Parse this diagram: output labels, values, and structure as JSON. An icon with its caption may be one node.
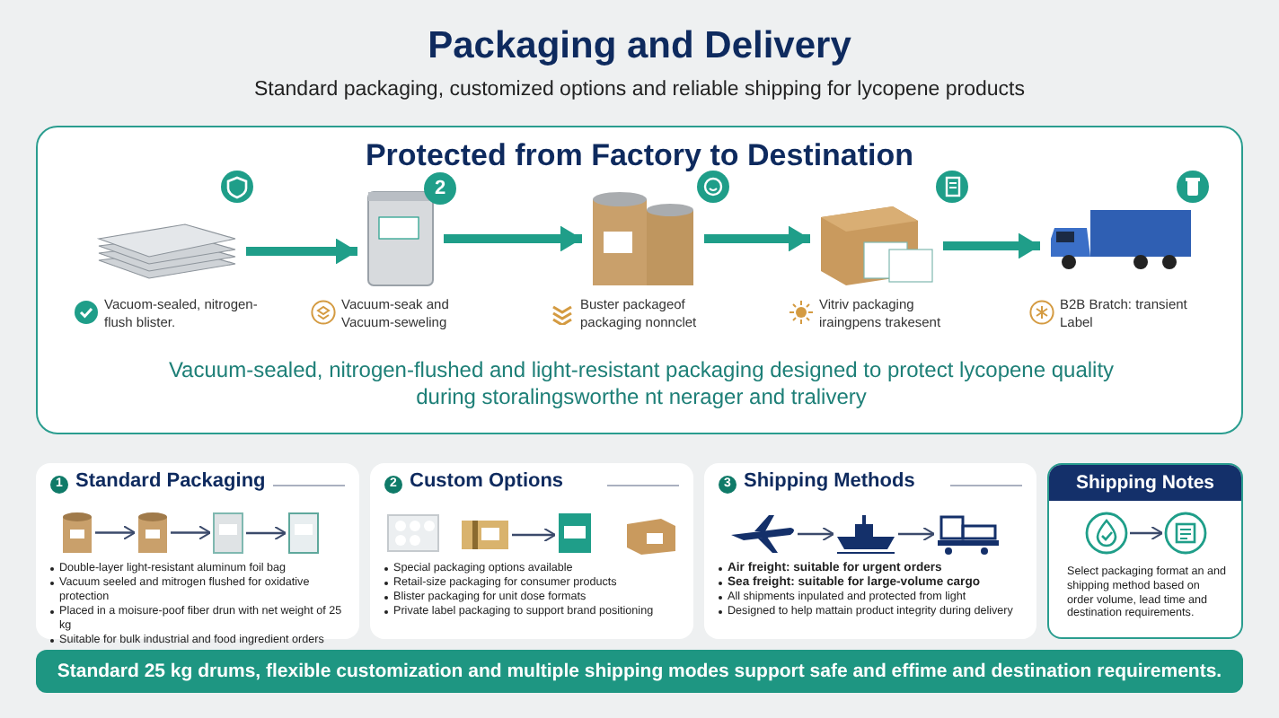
{
  "diagram": {
    "title": "Packaging and Delivery",
    "nodes": [
      {
        "text": [
          "Protected from Factory to Destination",
          "Vacuum-sealed, nitrogen-flushed and light-resistant packaging designed to protect lycopene quality during storalingsworthe nt nerager and tralivery"
        ]
      },
      {
        "text": [
          "Vacuom-sealed, nitrogen-flush blister."
        ],
        "in": 0
      },
      {
        "text": [
          "Vacuum-seak and Vacuum-seweling"
        ],
        "in": 0
      },
      {
        "text": [
          "Buster packageof packaging nonnclet"
        ],
        "in": 0
      },
      {
        "text": [
          "Vitriv packaging iraingpens trakesent"
        ],
        "in": 0
      },
      {
        "text": [
          "B2B Bratch: transient Label"
        ],
        "in": 0
      },
      {
        "text": [
          "1",
          "Standard Packaging",
          "Double-layer light-resistant aluminum foil bag",
          "Vacuum seeled and mitrogen flushed for oxidative protection",
          "Placed in a moisure-poof fiber drun with net weight of 25 kg",
          "Suitable for bulk industrial and food ingredient orders"
        ]
      },
      {
        "text": [],
        "shape": "picture",
        "in": 6
      },
      {
        "text": [],
        "shape": "picture",
        "in": 6
      },
      {
        "text": [],
        "shape": "picture",
        "in": 6
      },
      {
        "text": [],
        "shape": "picture",
        "in": 6
      },
      {
        "text": [
          "2",
          "Custom Options",
          "Special packaging options available",
          "Retail-size packaging for consumer products",
          "Blister packaging for unit dose formats",
          "Private label packaging to support brand positioning"
        ]
      },
      {
        "text": [],
        "shape": "picture",
        "in": 11
      },
      {
        "text": [],
        "shape": "picture",
        "in": 11
      },
      {
        "text": [],
        "shape": "picture",
        "in": 11
      },
      {
        "text": [],
        "shape": "picture",
        "in": 11
      },
      {
        "text": [
          "3",
          "Shipping Methods",
          "Air freight: suitable for urgent orders",
          "Sea freight: suitable for large-volume cargo",
          "All shipments inpulated and protected from light",
          "Designed to help mattain product integrity during delivery"
        ]
      },
      {
        "text": [],
        "shape": "picture",
        "in": 16
      },
      {
        "text": [],
        "shape": "picture",
        "in": 16
      },
      {
        "text": [],
        "shape": "picture",
        "in": 16
      },
      {
        "text": [
          "Shipping Notes",
          "Select packaging format an and shipping method based on order volume, lead time and destination requirements."
        ]
      },
      {
        "text": [],
        "shape": "circle",
        "in": 20
      },
      {
        "text": [],
        "shape": "circle",
        "in": 20
      },
      {
        "text": [
          "Standard 25 kg drums, flexible customization and multiple shipping modes support safe and effime and destination requirements."
        ]
      }
    ],
    "edges": [
      {
        "from": 1,
        "to": 2,
        "arrow": "to",
        "style": "thick",
        "color": "#1f9e89"
      },
      {
        "from": 2,
        "to": 3,
        "arrow": "to",
        "style": "thick",
        "color": "#1f9e89"
      },
      {
        "from": 3,
        "to": 4,
        "arrow": "to",
        "style": "thick",
        "color": "#1f9e89"
      },
      {
        "from": 4,
        "to": 5,
        "arrow": "to",
        "style": "thick",
        "color": "#1f9e89"
      },
      {
        "from": 7,
        "to": 8,
        "arrow": "to"
      },
      {
        "from": 8,
        "to": 9,
        "arrow": "to"
      },
      {
        "from": 9,
        "to": 10,
        "arrow": "to"
      },
      {
        "from": 13,
        "to": 14,
        "arrow": "to"
      },
      {
        "from": 17,
        "to": 18,
        "arrow": "to"
      },
      {
        "from": 18,
        "to": 19,
        "arrow": "to"
      },
      {
        "from": 21,
        "to": 22,
        "arrow": "to"
      }
    ],
    "labels": [
      "Standard packaging, customized options and reliable shipping for lycopene products",
      "2"
    ]
  }
}
